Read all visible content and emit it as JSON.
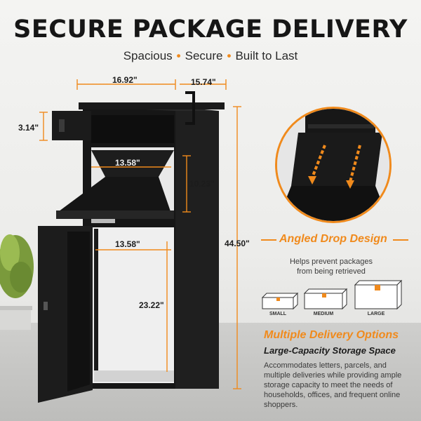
{
  "header": {
    "title": "SECURE PACKAGE DELIVERY",
    "subtitle_items": [
      "Spacious",
      "Secure",
      "Built to Last"
    ]
  },
  "dimensions": {
    "width": "16.92\"",
    "depth": "15.74\"",
    "slot_height": "3.14\"",
    "drop_width": "13.58\"",
    "drop_height": "10.23\"",
    "total_height": "44.50\"",
    "storage_width": "13.58\"",
    "storage_height": "23.22\""
  },
  "angled_drop": {
    "title": "Angled Drop Design",
    "description": "Helps prevent packages from being retrieved"
  },
  "box_sizes": [
    "SMALL",
    "MEDIUM",
    "LARGE"
  ],
  "delivery": {
    "title": "Multiple Delivery Options",
    "subtitle": "Large-Capacity Storage Space",
    "description": "Accommodates letters, parcels, and multiple deliveries while providing ample storage capacity to meet the needs of households, offices, and frequent online shoppers."
  },
  "colors": {
    "accent": "#f08a1c",
    "product": "#141414"
  }
}
